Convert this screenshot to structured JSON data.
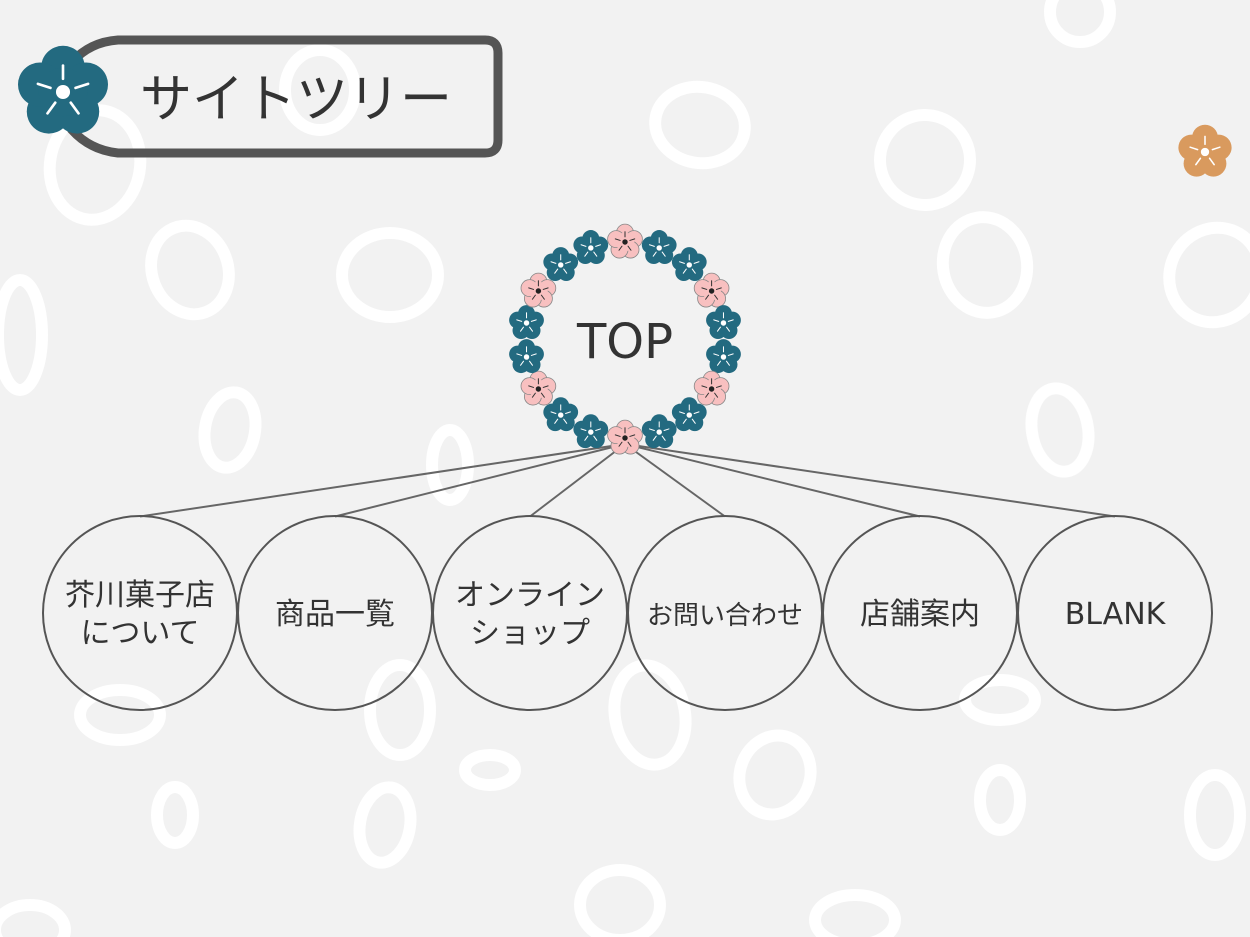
{
  "title": "サイトツリー",
  "root": {
    "label": "TOP"
  },
  "children": [
    {
      "lines": [
        "芥川菓子店",
        "について"
      ]
    },
    {
      "lines": [
        "商品一覧"
      ]
    },
    {
      "lines": [
        "オンライン",
        "ショップ"
      ]
    },
    {
      "lines": [
        "お問い合わせ"
      ]
    },
    {
      "lines": [
        "店舗案内"
      ]
    },
    {
      "lines": [
        "BLANK"
      ]
    }
  ],
  "colors": {
    "background": "#f2f2f2",
    "teal": "#236a80",
    "pink": "#f8c0c0",
    "orange": "#d99a5e",
    "outline": "#555555",
    "line": "#666666"
  }
}
